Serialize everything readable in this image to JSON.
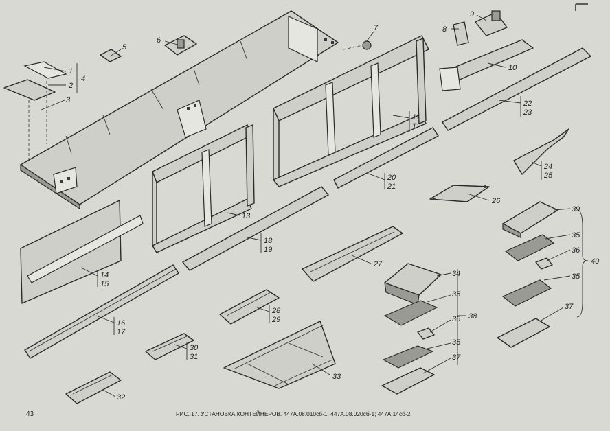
{
  "caption": "РИС. 17. УСТАНОВКА КОНТЕЙНЕРОВ. 447А.08.010сб-1; 447А.08.020сб-1; 447А.14сб-2",
  "page_number": "43",
  "labels": [
    {
      "id": "1",
      "text": "1"
    },
    {
      "id": "2",
      "text": "2"
    },
    {
      "id": "3",
      "text": "3"
    },
    {
      "id": "4",
      "text": "4"
    },
    {
      "id": "5",
      "text": "5"
    },
    {
      "id": "6",
      "text": "6"
    },
    {
      "id": "7",
      "text": "7"
    },
    {
      "id": "8",
      "text": "8"
    },
    {
      "id": "9",
      "text": "9"
    },
    {
      "id": "10",
      "text": "10"
    },
    {
      "id": "11",
      "text": "11"
    },
    {
      "id": "12",
      "text": "12"
    },
    {
      "id": "13",
      "text": "13"
    },
    {
      "id": "14",
      "text": "14"
    },
    {
      "id": "15",
      "text": "15"
    },
    {
      "id": "16",
      "text": "16"
    },
    {
      "id": "17",
      "text": "17"
    },
    {
      "id": "18",
      "text": "18"
    },
    {
      "id": "19",
      "text": "19"
    },
    {
      "id": "20",
      "text": "20"
    },
    {
      "id": "21",
      "text": "21"
    },
    {
      "id": "22",
      "text": "22"
    },
    {
      "id": "23",
      "text": "23"
    },
    {
      "id": "24",
      "text": "24"
    },
    {
      "id": "25",
      "text": "25"
    },
    {
      "id": "26",
      "text": "26"
    },
    {
      "id": "27",
      "text": "27"
    },
    {
      "id": "28",
      "text": "28"
    },
    {
      "id": "29",
      "text": "29"
    },
    {
      "id": "30",
      "text": "30"
    },
    {
      "id": "31",
      "text": "31"
    },
    {
      "id": "32",
      "text": "32"
    },
    {
      "id": "33",
      "text": "33"
    },
    {
      "id": "34",
      "text": "34"
    },
    {
      "id": "35a",
      "text": "35"
    },
    {
      "id": "36a",
      "text": "36"
    },
    {
      "id": "35b",
      "text": "35"
    },
    {
      "id": "37a",
      "text": "37"
    },
    {
      "id": "38",
      "text": "38"
    },
    {
      "id": "39",
      "text": "39"
    },
    {
      "id": "35c",
      "text": "35"
    },
    {
      "id": "36b",
      "text": "36"
    },
    {
      "id": "35d",
      "text": "35"
    },
    {
      "id": "37b",
      "text": "37"
    },
    {
      "id": "40",
      "text": "40"
    }
  ]
}
